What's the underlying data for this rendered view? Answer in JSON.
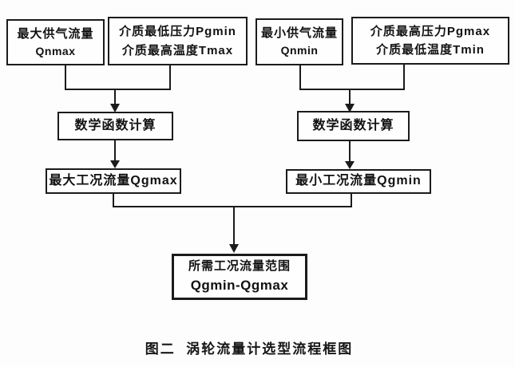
{
  "diagram": {
    "title": "涡轮流量计选型流程框图",
    "nodes": {
      "qnmax": {
        "line1": "最大供气流量",
        "line2": "Qnmax"
      },
      "pgmin_tmax": {
        "line1": "介质最低压力Pgmin",
        "line2": "介质最高温度Tmax"
      },
      "qnmin": {
        "line1": "最小供气流量",
        "line2": "Qnmin"
      },
      "pgmax_tmin": {
        "line1": "介质最高压力Pgmax",
        "line2": "介质最低温度Tmin"
      },
      "math_left": {
        "label": "数学函数计算"
      },
      "math_right": {
        "label": "数学函数计算"
      },
      "qgmax": {
        "label": "最大工况流量Qgmax"
      },
      "qgmin": {
        "label": "最小工况流量Qgmin"
      },
      "result": {
        "line1": "所需工况流量范围",
        "line2": "Qgmin-Qgmax"
      }
    },
    "caption": "图二  涡轮流量计选型流程框图",
    "colors": {
      "line": "#1b1b1b",
      "box_border": "#1b1b1b",
      "background": "#fdfdfd",
      "text": "#111111"
    }
  }
}
